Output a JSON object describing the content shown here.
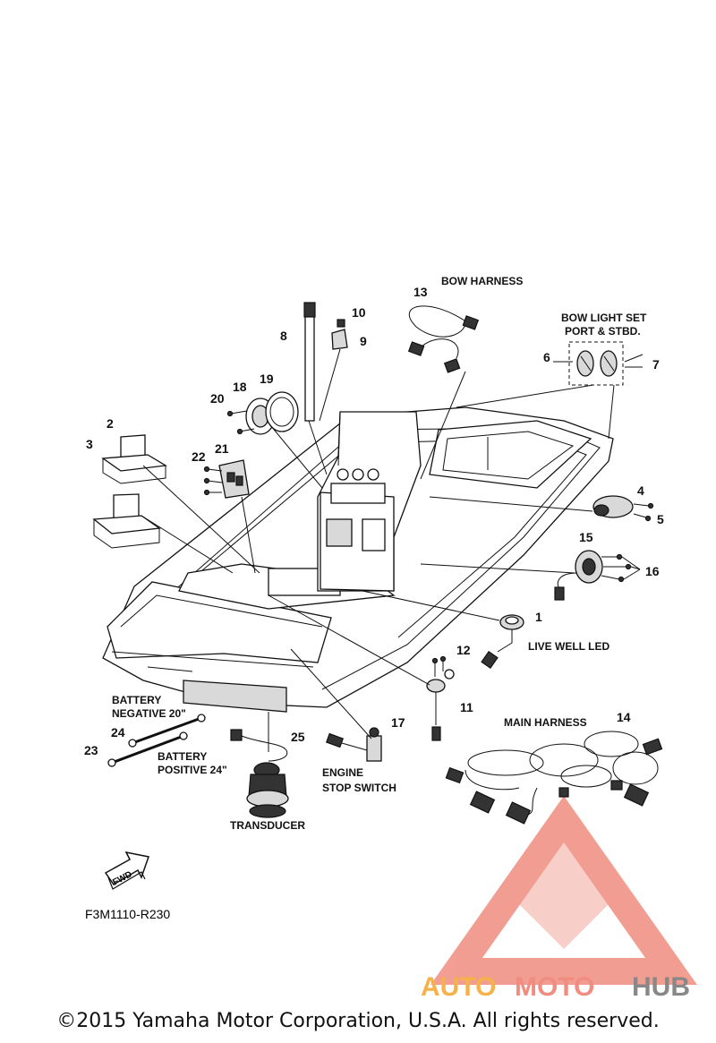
{
  "diagram_code": "F3M1110-R230",
  "copyright": "©2015 Yamaha Motor Corporation, U.S.A. All rights reserved.",
  "fwd_label": "FWD",
  "watermark": {
    "auto": "AUTO",
    "moto": "MOTO",
    "hub": "HUB",
    "colors": {
      "auto": "#f5b24a",
      "moto": "#f08d80",
      "hub": "#888888",
      "logo": "#f08d80"
    }
  },
  "labels": {
    "bow_harness": "BOW HARNESS",
    "bow_light_set_1": "BOW LIGHT SET",
    "bow_light_set_2": "PORT & STBD.",
    "live_well_led": "LIVE WELL LED",
    "main_harness": "MAIN HARNESS",
    "battery_negative_1": "BATTERY",
    "battery_negative_2": "NEGATIVE 20\"",
    "battery_positive_1": "BATTERY",
    "battery_positive_2": "POSITIVE 24\"",
    "engine_stop_1": "ENGINE",
    "engine_stop_2": "STOP SWITCH",
    "transducer": "TRANSDUCER"
  },
  "callouts": {
    "n1": "1",
    "n2": "2",
    "n3": "3",
    "n4": "4",
    "n5": "5",
    "n6": "6",
    "n7": "7",
    "n8": "8",
    "n9": "9",
    "n10": "10",
    "n11": "11",
    "n12": "12",
    "n13": "13",
    "n14": "14",
    "n15": "15",
    "n16": "16",
    "n17": "17",
    "n18": "18",
    "n19": "19",
    "n20": "20",
    "n21": "21",
    "n22": "22",
    "n23": "23",
    "n24": "24",
    "n25": "25"
  }
}
